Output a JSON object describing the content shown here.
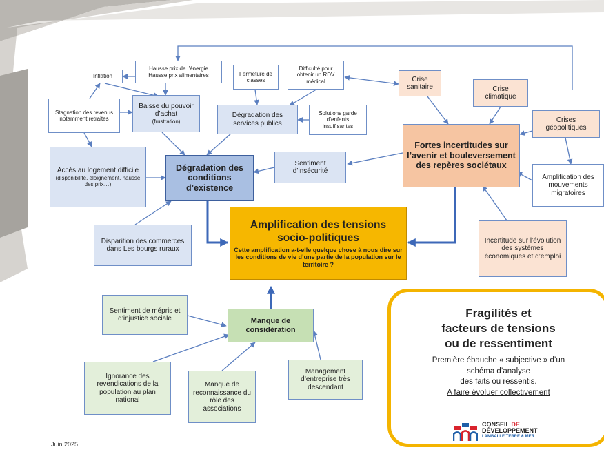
{
  "nodes": {
    "inflation": "Inflation",
    "prix_energie": "Hausse prix de l’énergie",
    "prix_alim": "Hausse  prix alimentaires",
    "fermeture": "Fermeture de classes",
    "rdv": "Difficulté pour obtenir un RDV médical",
    "crise_sanitaire": "Crise sanitaire",
    "crise_climatique": "Crise climatique",
    "stagnation": "Stagnation des revenus notamment retraites",
    "baisse_title": "Baisse du pouvoir d’achat",
    "baisse_sub": "(frustration)",
    "degradation_services": "Dégradation des services publics",
    "solutions_garde": "Solutions garde d’enfants insuffisantes",
    "crises_geo": "Crises géopolitiques",
    "fortes_incertitudes": "Fortes incertitudes sur l’avenir et bouleversement des repères sociétaux",
    "logement_title": "Accès au logement difficile",
    "logement_sub": "(disponibilité, éloignement, hausse des prix…)",
    "degradation_conditions": "Dégradation des conditions d’existence",
    "sentiment_insecurite": "Sentiment d’insécurité",
    "amplification_migratoire": "Amplification des mouvements migratoires",
    "tensions_title": "Amplification des tensions socio-politiques",
    "tensions_sub": "Cette amplification a-t-elle quelque chose à nous dire sur les conditions de vie d’une partie de la population sur le territoire ?",
    "disparition": "Disparition des commerces dans Les bourgs ruraux",
    "incertitude_systemes": "Incertitude sur l’évolution des systèmes économiques et d’emploi",
    "mepris": "Sentiment de mépris et d’injustice sociale",
    "manque_consideration": "Manque de considération",
    "ignorance": "Ignorance des revendications de la population au plan national",
    "manque_reconnaissance": "Manque de reconnaissance du rôle des associations",
    "management": "Management d’entreprise très descendant"
  },
  "legend": {
    "title_line1": "Fragilités et",
    "title_line2": "facteurs de tensions",
    "title_line3": "ou de ressentiment",
    "desc_line1": "Première ébauche « subjective » d’un",
    "desc_line2": "schéma d’analyse",
    "desc_line3": "des faits ou ressentis.",
    "call": "A faire évoluer collectivement"
  },
  "logo": {
    "line1": "CONSEIL",
    "line1_accent": "DE",
    "line2": "DÉVELOPPEMENT",
    "line3": "LAMBALLE TERRE & MER"
  },
  "date": "Juin 2025",
  "colors": {
    "arrow": "#5b7fc0",
    "thick_arrow": "#3d68b8",
    "gold": "#f6b700",
    "legend_border": "#f4b400",
    "logo_red": "#d9232d",
    "logo_blue": "#1f5fa8"
  }
}
